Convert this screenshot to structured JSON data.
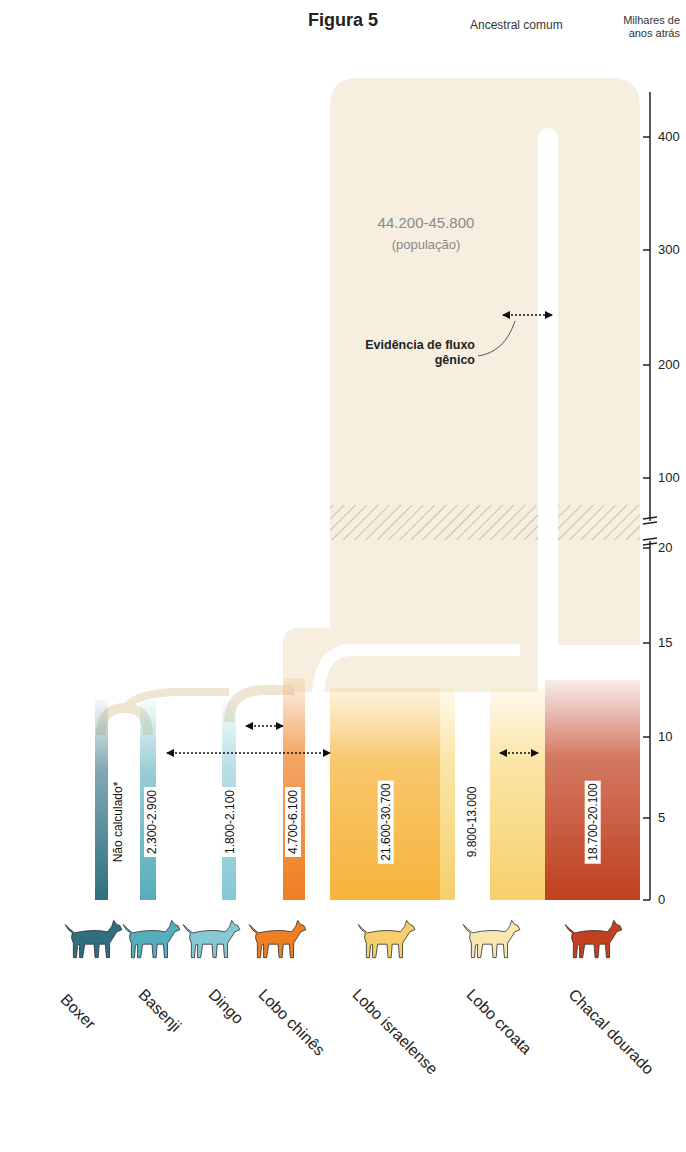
{
  "diagram": {
    "title": "Figura 5",
    "nodes": [
      {
        "text": [
          "44.200-45.800",
          "(população)"
        ]
      },
      {
        "text": [
          "Não calculado*"
        ]
      },
      {
        "text": [
          "2.300-2.900"
        ]
      },
      {
        "text": [
          "1.800-2.100"
        ]
      },
      {
        "text": [
          "4.700-6.100"
        ]
      },
      {
        "text": [
          "21.600-30.700"
        ]
      },
      {
        "text": [
          "9.800-13.000"
        ]
      },
      {
        "text": [
          "18.700-20.100"
        ]
      }
    ],
    "edges": [
      {
        "from": 2,
        "to": 5,
        "arrow": "both"
      },
      {
        "from": 3,
        "to": 4,
        "arrow": "both"
      },
      {
        "from": 6,
        "to": 7,
        "arrow": "both"
      },
      {
        "from": 0,
        "to": 7,
        "arrow": "both"
      }
    ],
    "labels": [
      "Ancestral comum",
      "Milhares de anos atrás",
      "400",
      "300",
      "200",
      "100",
      "20",
      "15",
      "10",
      "5",
      "0",
      "Evidência de fluxo gênico",
      "Boxer",
      "Basenji",
      "Dingo",
      "Lobo chinês",
      "Lobo israelense",
      "Lobo croata",
      "Chacal dourado"
    ]
  }
}
